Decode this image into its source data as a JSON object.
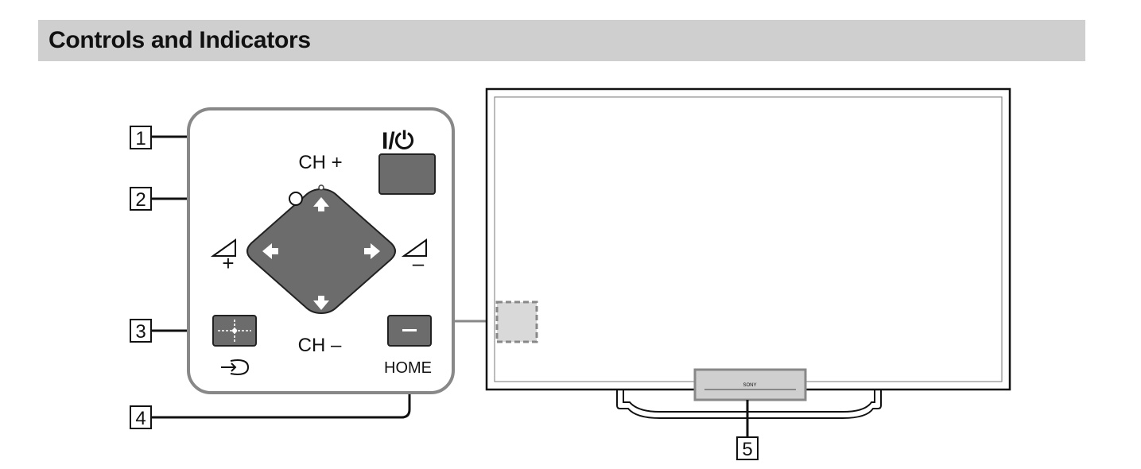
{
  "header": {
    "title": "Controls and Indicators"
  },
  "callouts": [
    "1",
    "2",
    "3",
    "4",
    "5"
  ],
  "panel": {
    "power_symbol": "I/⏻",
    "ch_plus": "CH +",
    "ch_minus": "CH –",
    "vol_plus": "+",
    "vol_minus": "–",
    "home_label": "HOME",
    "input_symbol": "⇥",
    "home_button_symbol": "–"
  },
  "tv": {
    "logo": "SONY"
  },
  "icons": [
    "power-button",
    "up-arrow-icon",
    "left-arrow-icon",
    "right-arrow-icon",
    "down-arrow-icon",
    "input-icon",
    "volume-wedge-icon"
  ]
}
